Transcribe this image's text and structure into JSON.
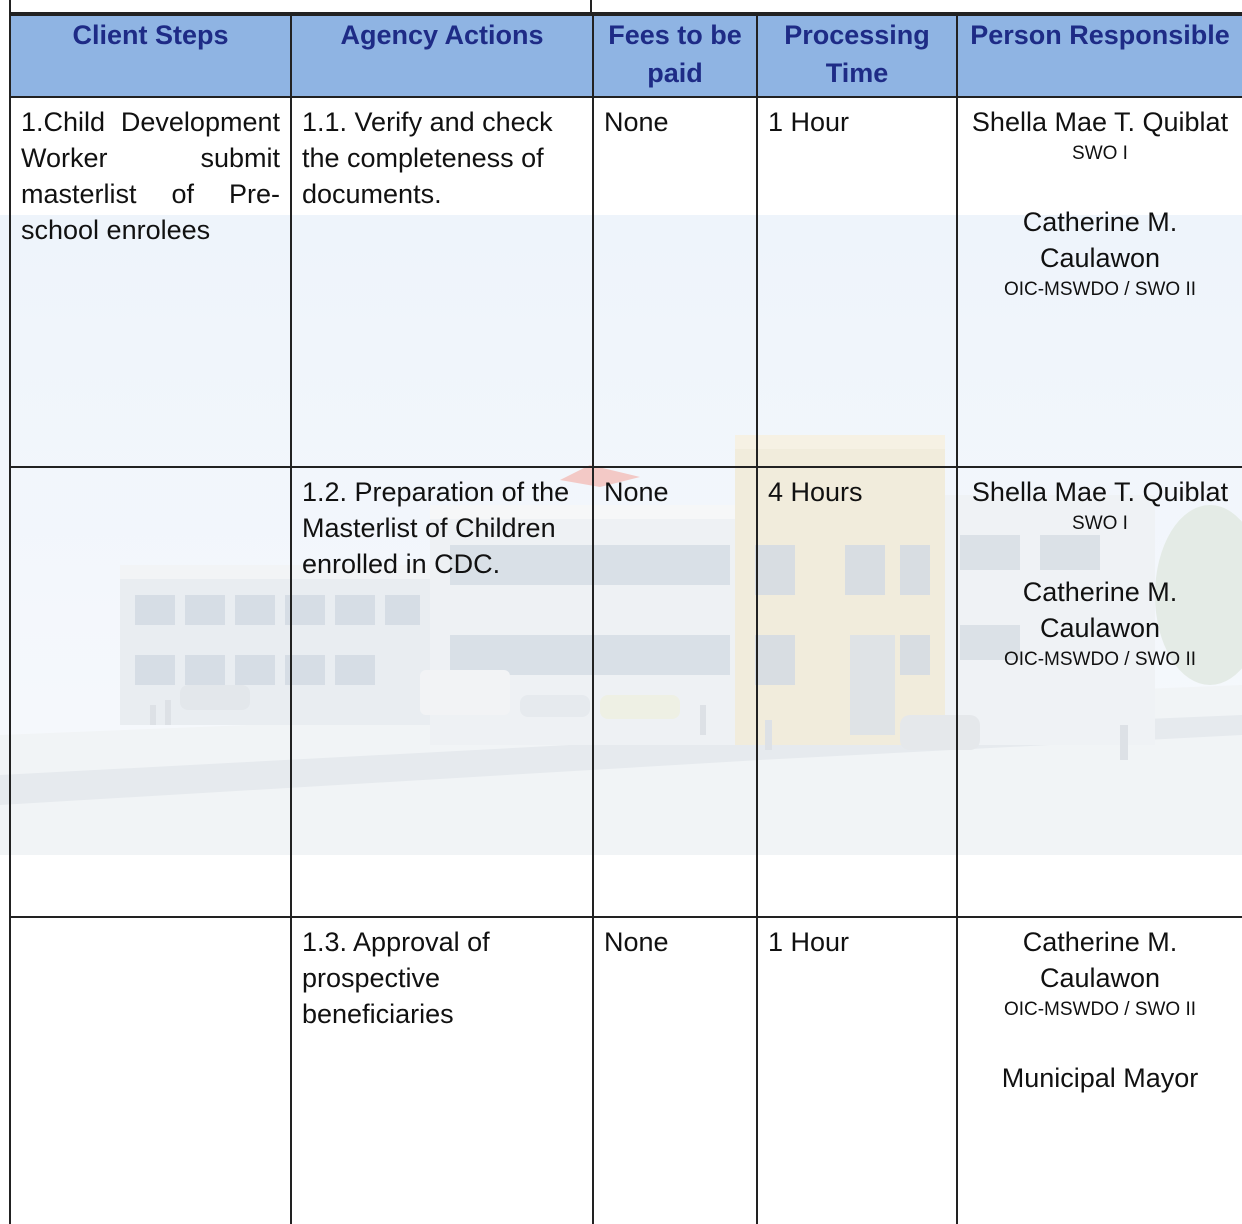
{
  "table": {
    "headers": [
      "Client Steps",
      "Agency Actions",
      "Fees to be paid",
      "Processing Time",
      "Person Responsible"
    ],
    "rows": [
      {
        "client_step": "1.Child Development Worker submit masterlist of Pre-school enrolees",
        "agency_action": "1.1. Verify and check the completeness of documents.",
        "fees": "None",
        "time": "1 Hour",
        "persons": [
          {
            "name": "Shella Mae T. Quiblat",
            "title": "SWO I"
          },
          {
            "name": "Catherine M. Caulawon",
            "title": "OIC-MSWDO / SWO II"
          }
        ]
      },
      {
        "client_step": "",
        "agency_action": "1.2. Preparation of the  Masterlist of Children enrolled in CDC.",
        "fees": "None",
        "time": "4 Hours",
        "persons": [
          {
            "name": "Shella Mae T. Quiblat",
            "title": "SWO I"
          },
          {
            "name": "Catherine M. Caulawon",
            "title": "OIC-MSWDO / SWO II"
          }
        ]
      },
      {
        "client_step": "",
        "agency_action": "1.3. Approval of prospective beneficiaries",
        "fees": "None",
        "time": "1 Hour",
        "persons": [
          {
            "name": "Catherine M. Caulawon",
            "title": "OIC-MSWDO / SWO II"
          },
          {
            "name": "Municipal Mayor",
            "title": ""
          }
        ]
      }
    ]
  },
  "colors": {
    "header_bg": "#8fb4e3",
    "header_text": "#1e2b86",
    "border": "#222222"
  }
}
